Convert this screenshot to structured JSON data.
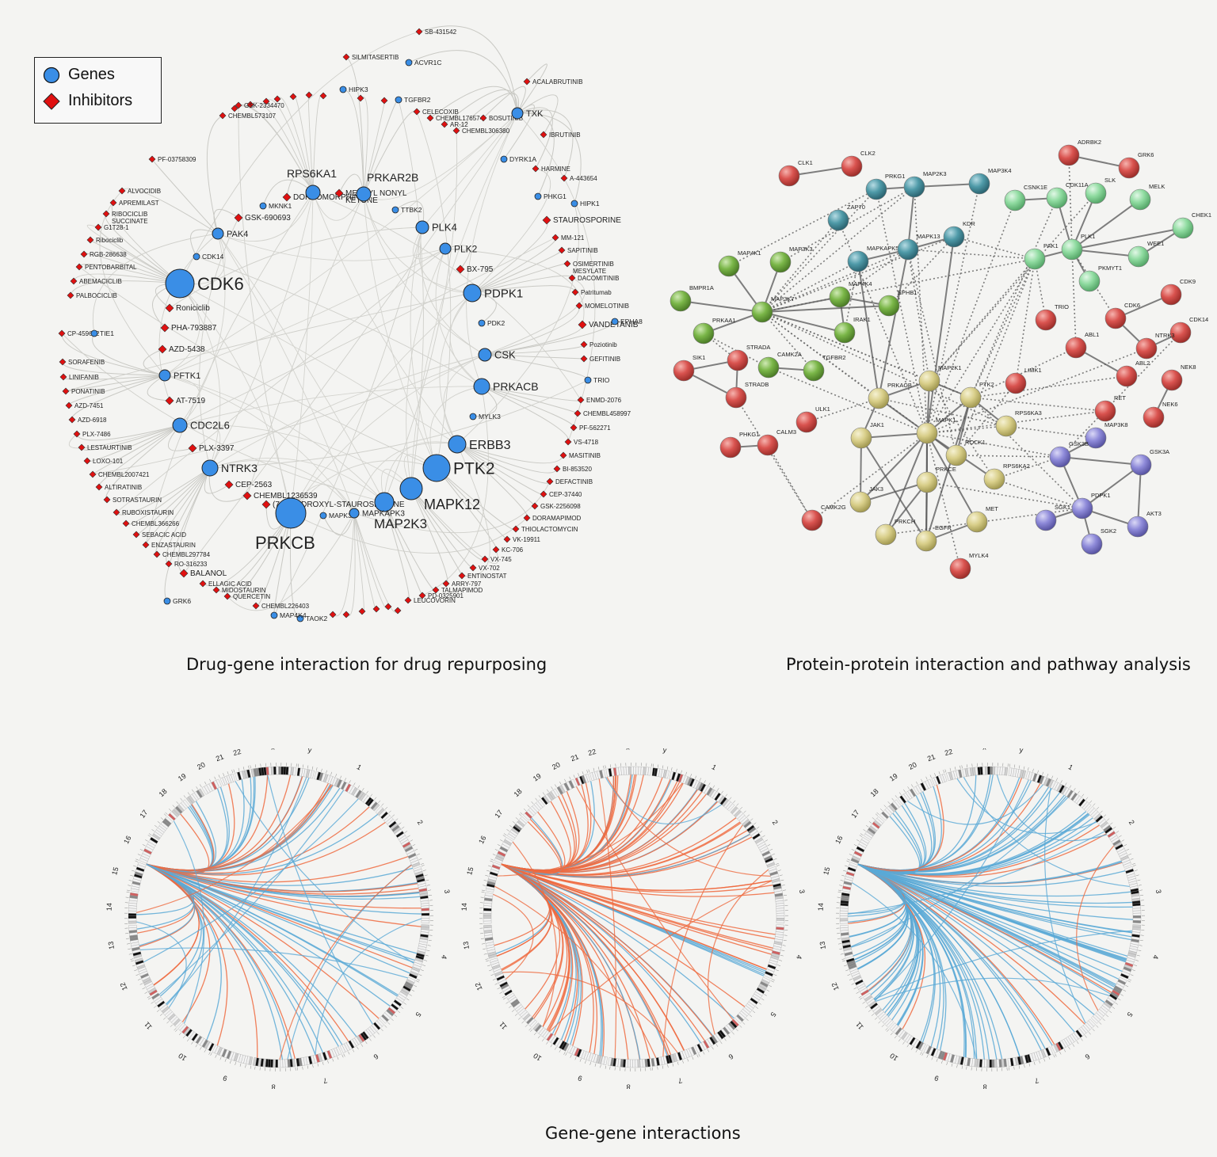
{
  "captions": {
    "drug_gene": "Drug-gene interaction for drug repurposing",
    "ppi": "Protein-protein interaction and pathway analysis",
    "gene_gene": "Gene-gene interactions"
  },
  "legend": {
    "genes_label": "Genes",
    "inhibitors_label": "Inhibitors",
    "genes_color": "#3a8ee6",
    "inhibitors_color": "#e01010"
  },
  "drug_gene": {
    "large_genes": [
      "CDK6",
      "PRKCB",
      "PTK2",
      "MAPK12",
      "MAP2K3",
      "ERBB3",
      "PDPK1",
      "PRKACB",
      "CDC2L6",
      "NTRK3",
      "CSK",
      "PLK4",
      "PLK2",
      "PAK4",
      "RPS6KA1",
      "PRKAR2B",
      "TXK",
      "PFTK1",
      "MAPKAPK3"
    ],
    "small_genes": [
      "HIPK3",
      "ACVR1C",
      "TGFBR2",
      "DYRK1A",
      "PHKG1",
      "HIPK1",
      "TTBK2",
      "MKNK1",
      "CDK14",
      "PDK2",
      "MYLK3",
      "TRIO",
      "EPHA8",
      "TAOK2",
      "MAP4K4",
      "GRK6",
      "MAPK3",
      "TIE1"
    ],
    "inhibitors": [
      "SB-431542",
      "SILMITASERTIB",
      "ACALABRUTINIB",
      "CELECOXIB",
      "CHEMBL176574",
      "AR-12",
      "CHEMBL306380",
      "BOSUTINIB",
      "IBRUTINIB",
      "HARMINE",
      "A-443654",
      "STAUROSPORINE",
      "MM-121",
      "SAPITINIB",
      "OSIMERTINIB MESYLATE",
      "DACOMITINIB",
      "Patritumab",
      "MOMELOTINIB",
      "VANDETANIB",
      "Poziotinib",
      "GEFITINIB",
      "ENMD-2076",
      "CHEMBL458997",
      "PF-562271",
      "VS-4718",
      "MASITINIB",
      "BI-853520",
      "DEFACTINIB",
      "CEP-37440",
      "GSK-2256098",
      "DORAMAPIMOD",
      "THIOLACTOMYCIN",
      "VK-19911",
      "KC-706",
      "VX-745",
      "VX-702",
      "ENTINOSTAT",
      "ARRY-797",
      "TALMAPIMOD",
      "PD-0325901",
      "LEUCOVORIN",
      "BX-795",
      "GSK-690693",
      "DORSOMORPHIN",
      "METHYL NONYL KETONE",
      "Roniciclib",
      "PHA-793887",
      "AZD-5438",
      "AT-7519",
      "PLX-3397",
      "CEP-2563",
      "CHEMBL1236539",
      "(7S)-HYDROXYL-STAUROSPORINE",
      "PF-03758309",
      "ALVOCIDIB",
      "APREMILAST",
      "RIBOCICLIB SUCCINATE",
      "G1T28-1",
      "Ribociclib",
      "RGB-286638",
      "PENTOBARBITAL",
      "ABEMACICLIB",
      "PALBOCICLIB",
      "CP-459632",
      "SORAFENIB",
      "LINIFANIB",
      "PONATINIB",
      "AZD-7451",
      "AZD-6918",
      "PLX-7486",
      "LESTAURTINIB",
      "LOXO-101",
      "CHEMBL2007421",
      "ALTIRATINIB",
      "SOTRASTAURIN",
      "RUBOXISTAURIN",
      "CHEMBL366266",
      "SEBACIC ACID",
      "ENZASTAURIN",
      "CHEMBL297784",
      "RO-316233",
      "BALANOL",
      "ELLAGIC ACID",
      "MIDOSTAURIN",
      "QUERCETIN",
      "CHEMBL226403",
      "CHEMBL573107",
      "GSK-2334470"
    ]
  },
  "ppi": {
    "colors": {
      "red": "#d9534f",
      "teal": "#4f9aa8",
      "green": "#7ab648",
      "mint": "#8fdba0",
      "khaki": "#d9cf8a",
      "lavender": "#8e8ad9"
    },
    "nodes_red": [
      "CLK1",
      "CLK2",
      "ADRBK2",
      "GRK6",
      "CDK9",
      "CDK6",
      "CDK14",
      "ABL1",
      "NTRK3",
      "ABL2",
      "NEK8",
      "NEK6",
      "RET",
      "TRIO",
      "LIMK1",
      "SIK1",
      "STRADA",
      "STRADB",
      "ULK1",
      "PHKG1",
      "CALM3",
      "CAMK2G",
      "MYLK4"
    ],
    "nodes_teal": [
      "PRKG1",
      "MAP2K3",
      "MAP3K4",
      "ZAP70",
      "MAPKAPK5",
      "MAPK13",
      "KDR"
    ],
    "nodes_green": [
      "MAP4K1",
      "MAP3K3",
      "BMPR1A",
      "MAP3K7",
      "MAP4K4",
      "EPHB1",
      "IRAK1",
      "PRKAA1",
      "CAMK2A",
      "TGFBR2"
    ],
    "nodes_mint": [
      "CSNK1E",
      "CDK11A",
      "SLK",
      "MELK",
      "CHEK1",
      "PAK1",
      "PLK1",
      "WEE1",
      "PKMYT1"
    ],
    "nodes_khaki": [
      "MAP2K1",
      "PRKACB",
      "PTK2",
      "RPS6KA3",
      "JAK1",
      "MAPK1",
      "ROCK1",
      "PRKCE",
      "RPS6KA2",
      "JAK3",
      "PRKCH",
      "EGFR",
      "MET"
    ],
    "nodes_lavender": [
      "MAP3K8",
      "GSK3B",
      "GSK3A",
      "PDPK1",
      "SGK1",
      "AKT3",
      "SGK2"
    ]
  },
  "circos": {
    "chromosomes": [
      "1",
      "2",
      "3",
      "4",
      "5",
      "6",
      "7",
      "8",
      "9",
      "10",
      "11",
      "12",
      "13",
      "14",
      "15",
      "16",
      "17",
      "18",
      "19",
      "20",
      "21",
      "22",
      "x",
      "y"
    ],
    "colors": {
      "blue": "#5aa9d6",
      "orange": "#ee6a3f"
    }
  }
}
